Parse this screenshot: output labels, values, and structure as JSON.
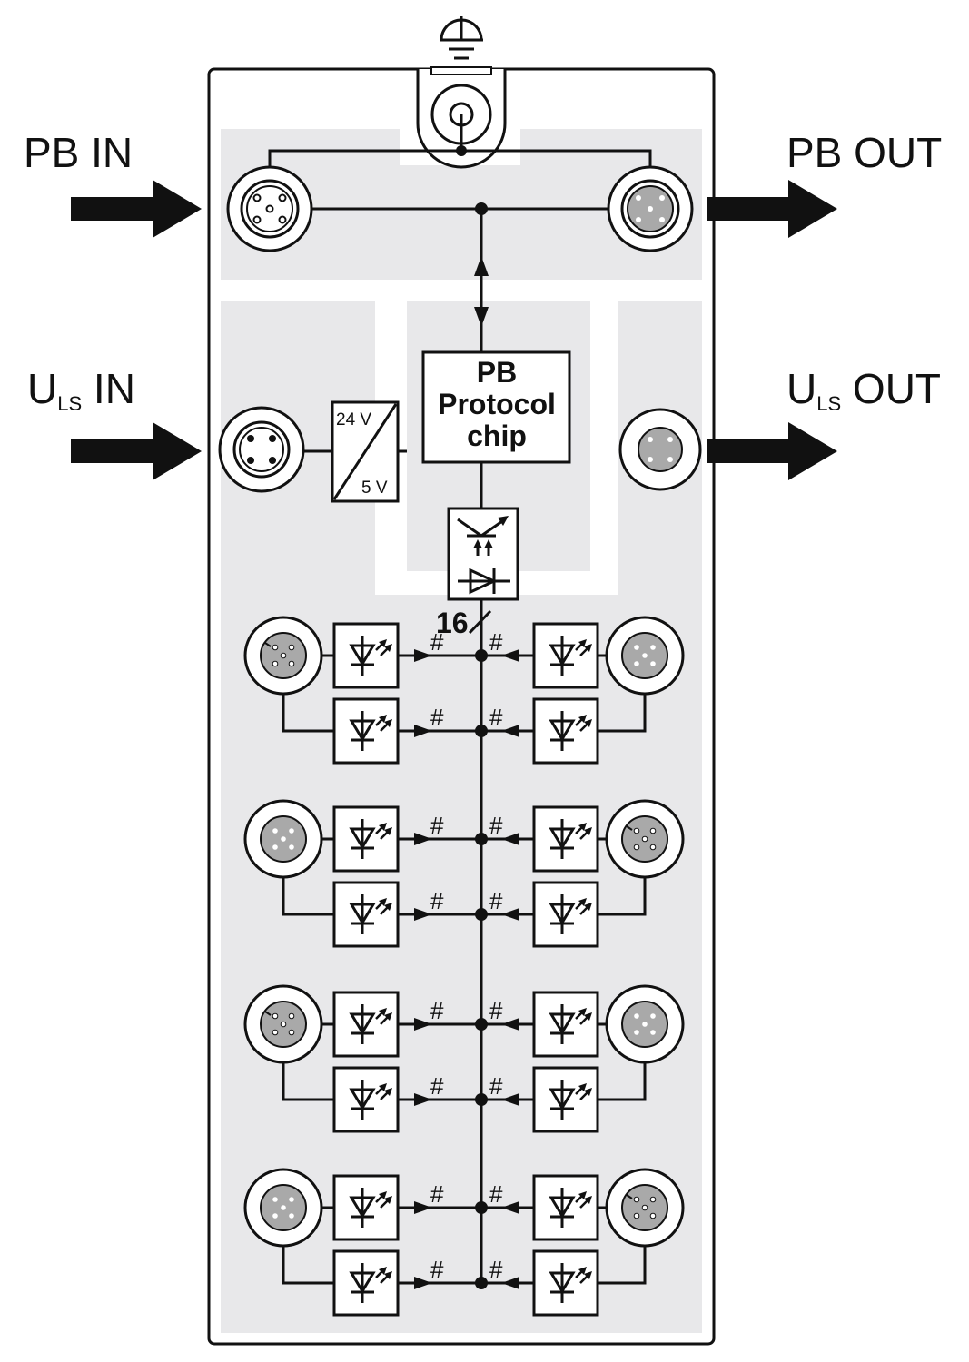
{
  "ports": {
    "pb_in": {
      "main": "PB IN"
    },
    "pb_out": {
      "main": "PB OUT"
    },
    "uls_in": {
      "u": "U",
      "sub": "LS",
      "rest": " IN"
    },
    "uls_out": {
      "u": "U",
      "sub": "LS",
      "rest": " OUT"
    }
  },
  "protocol_chip": {
    "line1": "PB",
    "line2": "Protocol",
    "line3": "chip"
  },
  "converter": {
    "input": "24 V",
    "output": "5 V"
  },
  "bus_width": "16",
  "channel_marker": "#",
  "icons": {
    "ground": "ground-icon",
    "led": "led-icon",
    "optocoupler": "optocoupler-icon",
    "connector": "m12-connector-icon"
  },
  "colors": {
    "housing_fill": "#e8e8ea",
    "connector_insert": "#a9a9a9",
    "arrow": "#111111"
  }
}
